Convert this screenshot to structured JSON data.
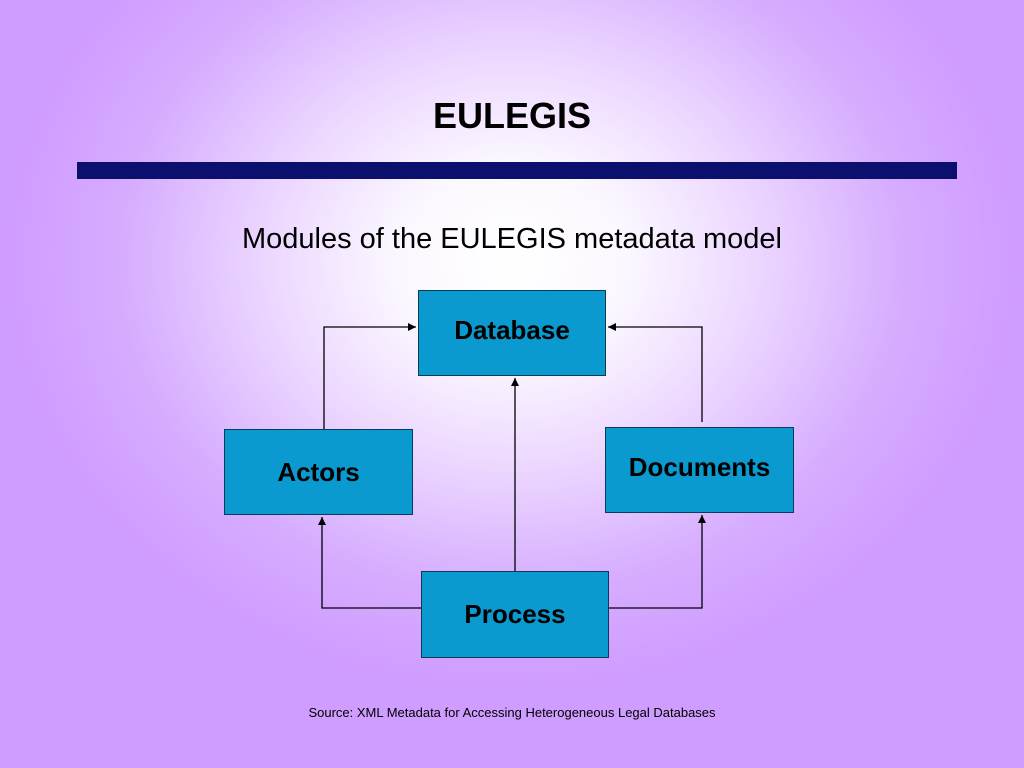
{
  "slide": {
    "title": "EULEGIS",
    "subtitle": "Modules of the EULEGIS metadata model",
    "source": "Source: XML Metadata for Accessing Heterogeneous Legal Databases"
  },
  "diagram": {
    "nodes": {
      "database": "Database",
      "actors": "Actors",
      "documents": "Documents",
      "process": "Process"
    },
    "edges": [
      {
        "from": "Actors",
        "to": "Database"
      },
      {
        "from": "Documents",
        "to": "Database"
      },
      {
        "from": "Process",
        "to": "Database"
      },
      {
        "from": "Process",
        "to": "Actors"
      },
      {
        "from": "Process",
        "to": "Documents"
      }
    ]
  },
  "colors": {
    "background": "#cf9cff",
    "title_rule": "#0b0f6e",
    "box_fill": "#0a9acf",
    "text": "#000000"
  }
}
